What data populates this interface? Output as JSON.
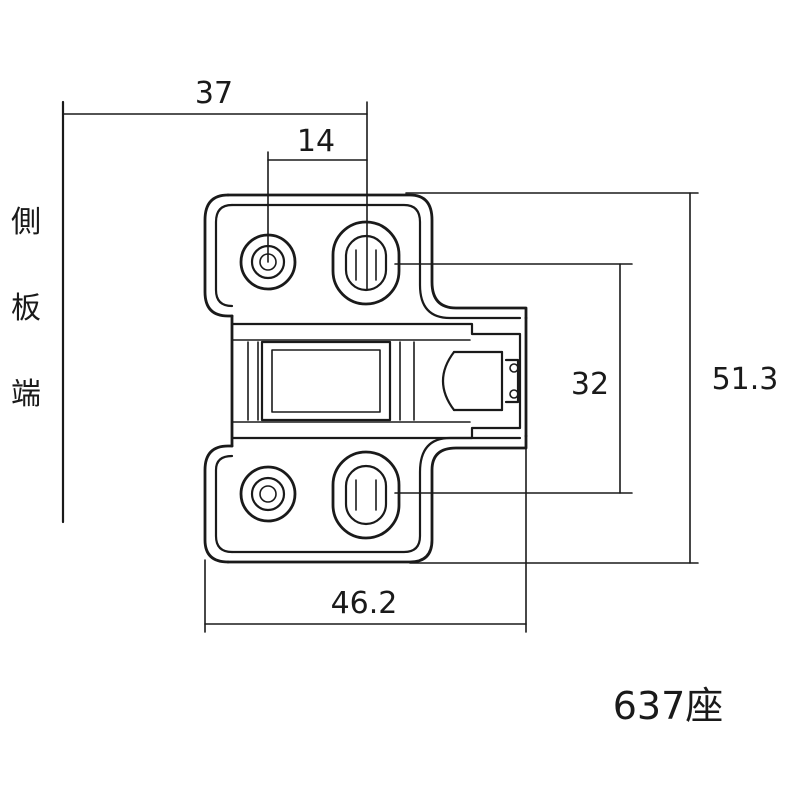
{
  "dimensions": {
    "overall_width_37": "37",
    "hole_pitch_14": "14",
    "vertical_pitch_32": "32",
    "overall_height_51_3": "51.3",
    "base_width_46_2": "46.2"
  },
  "side_label": [
    "側",
    "板",
    "端"
  ],
  "model_label": "637座",
  "colors": {
    "line": "#1a1a1a",
    "background": "#ffffff"
  }
}
